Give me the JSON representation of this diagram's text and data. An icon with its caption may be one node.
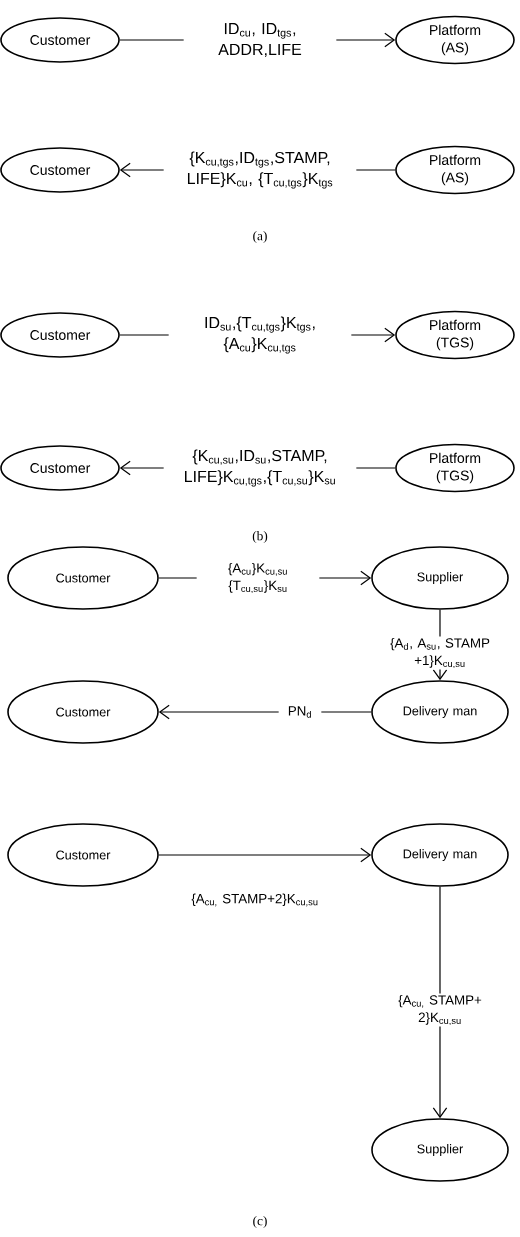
{
  "diagram": {
    "nodes": [
      {
        "text": [
          "Customer"
        ]
      },
      {
        "text": [
          "Platform (AS)"
        ]
      },
      {
        "text": [
          "Customer"
        ]
      },
      {
        "text": [
          "Platform (AS)"
        ]
      },
      {
        "text": [
          "Customer"
        ]
      },
      {
        "text": [
          "Platform (TGS)"
        ]
      },
      {
        "text": [
          "Customer"
        ]
      },
      {
        "text": [
          "Platform (TGS)"
        ]
      },
      {
        "text": [
          "Customer"
        ]
      },
      {
        "text": [
          "Supplier"
        ]
      },
      {
        "text": [
          "Customer"
        ]
      },
      {
        "text": [
          "Delivery man"
        ]
      },
      {
        "text": [
          "Customer"
        ]
      },
      {
        "text": [
          "Delivery man"
        ]
      },
      {
        "text": [
          "Supplier"
        ]
      }
    ],
    "edges": [
      {
        "from": 0,
        "to": 1,
        "arrow": "to",
        "label": "ID$_{cu}$, ID$_{tgs}$, ADDR,LIFE"
      },
      {
        "from": 3,
        "to": 2,
        "arrow": "to",
        "label": "{K$_{cu,tgs}$,ID$_{tgs}$,STAMP, LIFE}K$_{cu}$, {T$_{cu,tgs}$}K$_{tgs}$"
      },
      {
        "from": 4,
        "to": 5,
        "arrow": "to",
        "label": "ID$_{su}$,{T$_{cu,tgs}$}K$_{tgs}$, {A$_{cu}$}K$_{cu,tgs}$"
      },
      {
        "from": 7,
        "to": 6,
        "arrow": "to",
        "label": "{K$_{cu,su}$,ID$_{su}$,STAMP, LIFE}K$_{cu,tgs}$,{T$_{cu,su}$}K$_{su}$"
      },
      {
        "from": 8,
        "to": 9,
        "arrow": "to",
        "label": "{A$_{cu}$}K$_{cu,su}$ {T$_{cu,su}$}K$_{su}$"
      },
      {
        "from": 9,
        "to": 11,
        "arrow": "to",
        "label": "{A$_{d}$, A$_{su}$, STAMP +1}K$_{cu,su}$"
      },
      {
        "from": 11,
        "to": 10,
        "arrow": "to",
        "label": "PN$_{d}$"
      },
      {
        "from": 12,
        "to": 13,
        "arrow": "to",
        "label": "{A$_{cu,}$ STAMP+2}K$_{cu,su}$"
      },
      {
        "from": 13,
        "to": 14,
        "arrow": "to",
        "label": "{A$_{cu,}$ STAMP+ 2}K$_{cu,su}$"
      }
    ],
    "labels": [
      "(a)",
      "(b)",
      "(c)"
    ]
  }
}
